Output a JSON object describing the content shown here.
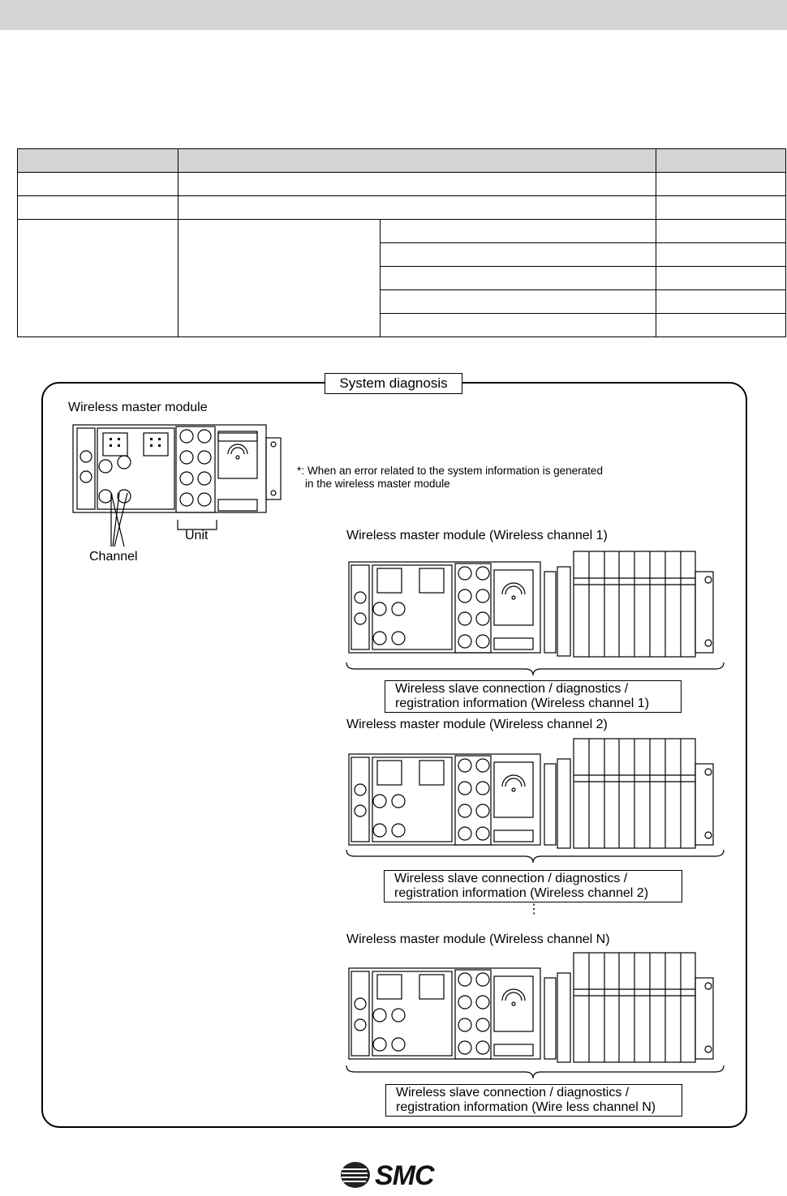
{
  "labels": {
    "frame_title": "System diagnosis",
    "master_module": "Wireless master module",
    "unit": "Unit",
    "channel": "Channel",
    "note_star": "*:",
    "note_line1": "When an error related to the system information is generated",
    "note_line2": "in the wireless master module",
    "wch1_title": "Wireless master module (Wireless channel 1)",
    "wch1_box_line1": "Wireless slave connection / diagnostics /",
    "wch1_box_line2": "registration information (Wireless channel 1)",
    "wch2_title": "Wireless master module (Wireless channel 2)",
    "wch2_box_line1": "Wireless slave connection / diagnostics /",
    "wch2_box_line2": "registration information (Wireless channel 2)",
    "wchn_title": "Wireless master module (Wireless channel N)",
    "wchn_box_line1": "Wireless slave connection / diagnostics /",
    "wchn_box_line2": "registration information (Wire less channel N)",
    "ellipsis": "⋮",
    "logo": "SMC"
  },
  "icons": [
    "wireless-master-module-icon",
    "valve-manifold-icon",
    "smc-logo-icon"
  ],
  "colors": {
    "header_bar": "#d4d4d4",
    "table_header": "#d4d4d4"
  }
}
